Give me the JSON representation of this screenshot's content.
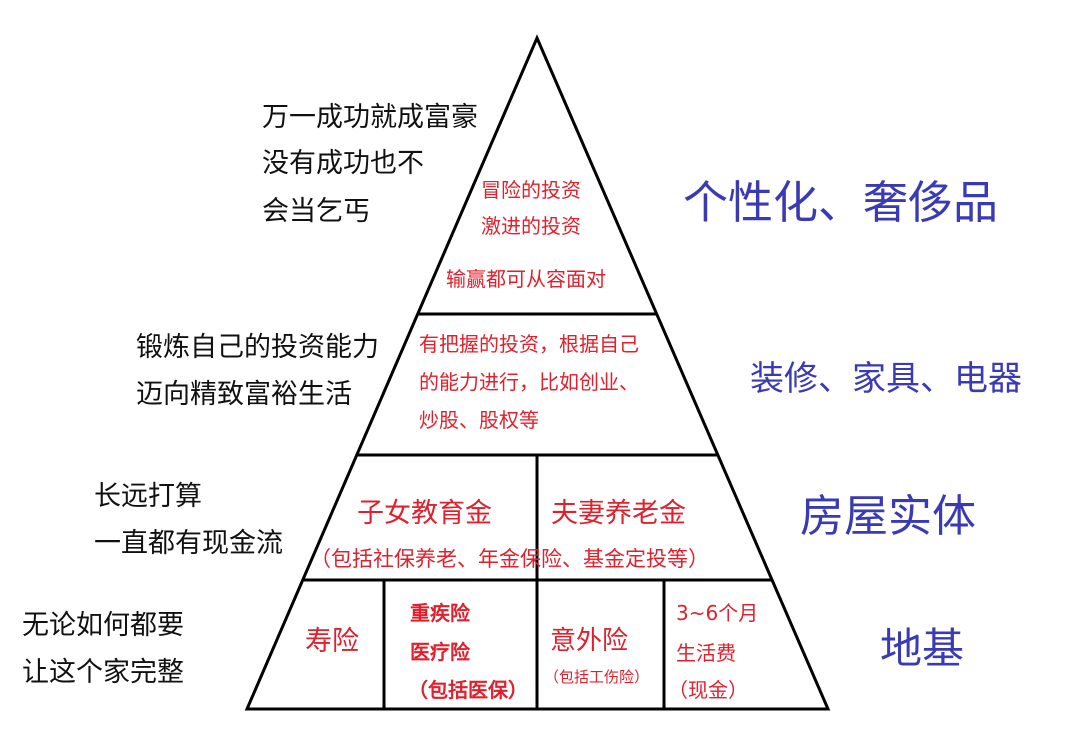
{
  "colors": {
    "outline": "#000000",
    "left_text": "#111111",
    "right_text": "#3a3ab4",
    "inner_text": "#e0202c"
  },
  "left": {
    "top": [
      "万一成功就成富豪",
      "没有成功也不",
      "会当乞丐"
    ],
    "second": [
      "锻炼自己的投资能力",
      "迈向精致富裕生活"
    ],
    "third": [
      "长远打算",
      "一直都有现金流"
    ],
    "bottom": [
      "无论如何都要",
      "让这个家完整"
    ]
  },
  "right": {
    "top": "个性化、奢侈品",
    "second": "装修、家具、电器",
    "third": "房屋实体",
    "bottom": "地基"
  },
  "pyramid": {
    "top": [
      "冒险的投资",
      "激进的投资",
      "输赢都可从容面对"
    ],
    "second": [
      "有把握的投资，根据自己",
      "的能力进行，比如创业、",
      "炒股、股权等"
    ],
    "third": {
      "left": "子女教育金",
      "right": "夫妻养老金",
      "note": "（包括社保养老、年金保险、基金定投等）"
    },
    "bottom": {
      "cell1": "寿险",
      "cell2": [
        "重疾险",
        "医疗险",
        "（包括医保）"
      ],
      "cell3": [
        "意外险",
        "（包括工伤险）"
      ],
      "cell4": [
        "3~6个月",
        "生活费",
        "（现金）"
      ]
    }
  }
}
